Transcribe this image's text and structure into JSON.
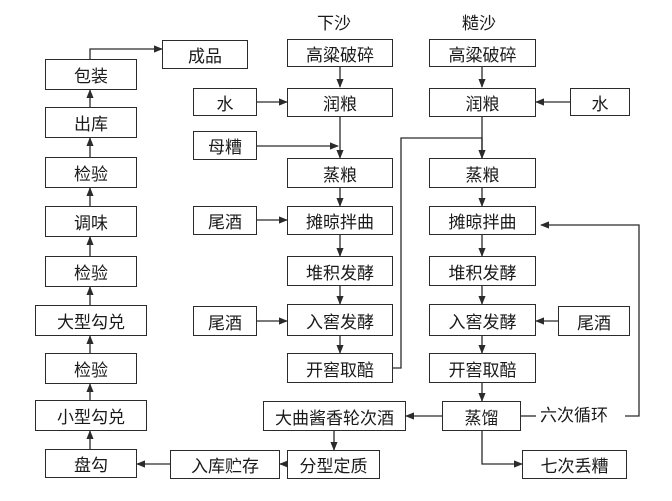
{
  "headers": {
    "xiasha": "下沙",
    "zaosha": "糙沙"
  },
  "xiasha": {
    "crush": "高粱破碎",
    "water": "水",
    "moisten": "润粮",
    "mother_grains": "母糟",
    "steam": "蒸粮",
    "tail_liquor_1": "尾酒",
    "spread": "摊晾拌曲",
    "pile": "堆积发酵",
    "tail_liquor_2": "尾酒",
    "cellar": "入窖发酵",
    "open": "开窖取醅"
  },
  "zaosha": {
    "crush": "高粱破碎",
    "moisten": "润粮",
    "water": "水",
    "steam": "蒸粮",
    "spread": "摊晾拌曲",
    "pile": "堆积发酵",
    "cellar": "入窖发酵",
    "tail_liquor": "尾酒",
    "open": "开窖取醅",
    "distill": "蒸馏",
    "cycle": "六次循环",
    "discard": "七次丢糟"
  },
  "bottom": {
    "base_liquor": "大曲酱香轮次酒",
    "grading": "分型定质",
    "storage": "入库贮存",
    "blend_plate": "盘勾"
  },
  "left_chain": {
    "small_blend": "小型勾兑",
    "check_1": "检验",
    "large_blend": "大型勾兑",
    "check_2": "检验",
    "flavor": "调味",
    "check_3": "检验",
    "out": "出库",
    "pack": "包装",
    "product": "成品"
  }
}
